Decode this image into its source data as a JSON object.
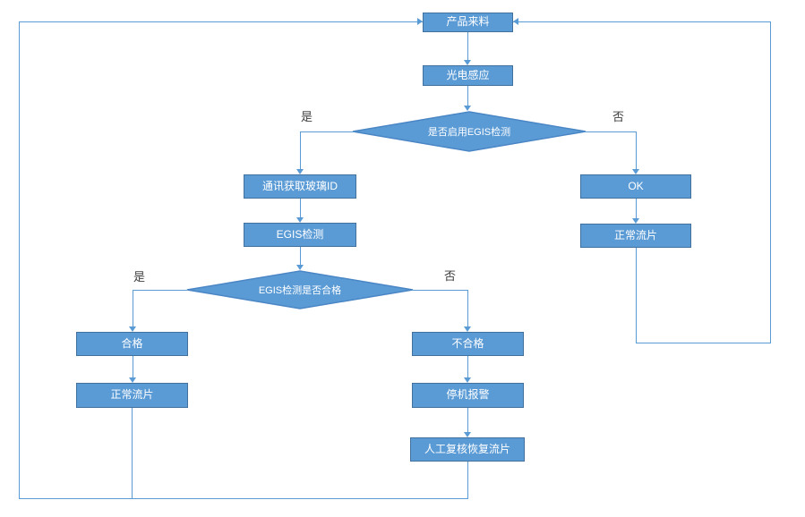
{
  "flowchart": {
    "colors": {
      "node_fill": "#5B9BD5",
      "node_border": "#41719C",
      "connector": "#5B9BD5",
      "node_text": "#FFFFFF",
      "edge_label_text": "#404040"
    },
    "nodes": {
      "incoming": {
        "label": "产品来料",
        "type": "process"
      },
      "photo_sensor": {
        "label": "光电感应",
        "type": "process"
      },
      "egis_enabled_decision": {
        "label": "是否启用EGIS检测",
        "type": "decision"
      },
      "get_glass_id": {
        "label": "通讯获取玻璃ID",
        "type": "process"
      },
      "egis_check": {
        "label": "EGIS检测",
        "type": "process"
      },
      "egis_pass_decision": {
        "label": "EGIS检测是否合格",
        "type": "decision"
      },
      "qualified": {
        "label": "合格",
        "type": "process"
      },
      "normal_flow_left": {
        "label": "正常流片",
        "type": "process"
      },
      "unqualified": {
        "label": "不合格",
        "type": "process"
      },
      "stop_alarm": {
        "label": "停机报警",
        "type": "process"
      },
      "manual_review": {
        "label": "人工复核恢复流片",
        "type": "process"
      },
      "ok": {
        "label": "OK",
        "type": "process"
      },
      "normal_flow_right": {
        "label": "正常流片",
        "type": "process"
      }
    },
    "edge_labels": {
      "egis_enabled_yes": "是",
      "egis_enabled_no": "否",
      "egis_pass_yes": "是",
      "egis_pass_no": "否"
    }
  }
}
